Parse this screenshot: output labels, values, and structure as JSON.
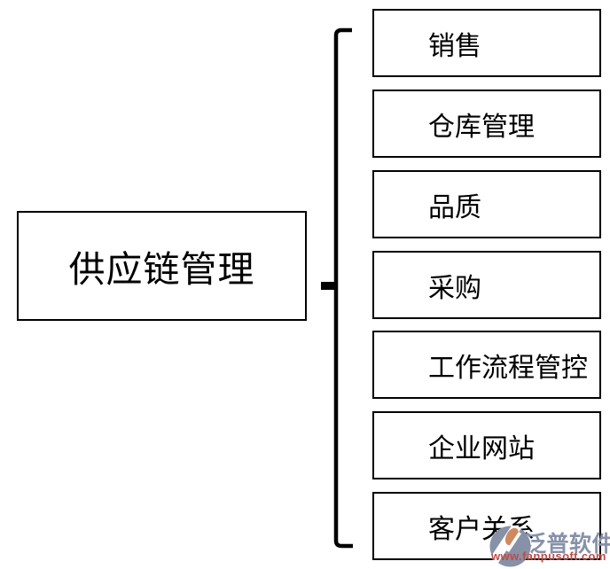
{
  "diagram": {
    "root": {
      "label": "供应链管理"
    },
    "modules": [
      {
        "label": "销售"
      },
      {
        "label": "仓库管理"
      },
      {
        "label": "品质"
      },
      {
        "label": "采购"
      },
      {
        "label": "工作流程管控"
      },
      {
        "label": "企业网站"
      },
      {
        "label": "客户关系"
      }
    ]
  },
  "watermark": {
    "brand": "泛普软件",
    "url": "www.fanpusoft.com",
    "brand_color": "#8791A8",
    "url_color": "#BE4B45",
    "logo_accent_color": "#CE8A5E"
  },
  "colors": {
    "line": "#000000",
    "background": "#FFFFFF"
  }
}
